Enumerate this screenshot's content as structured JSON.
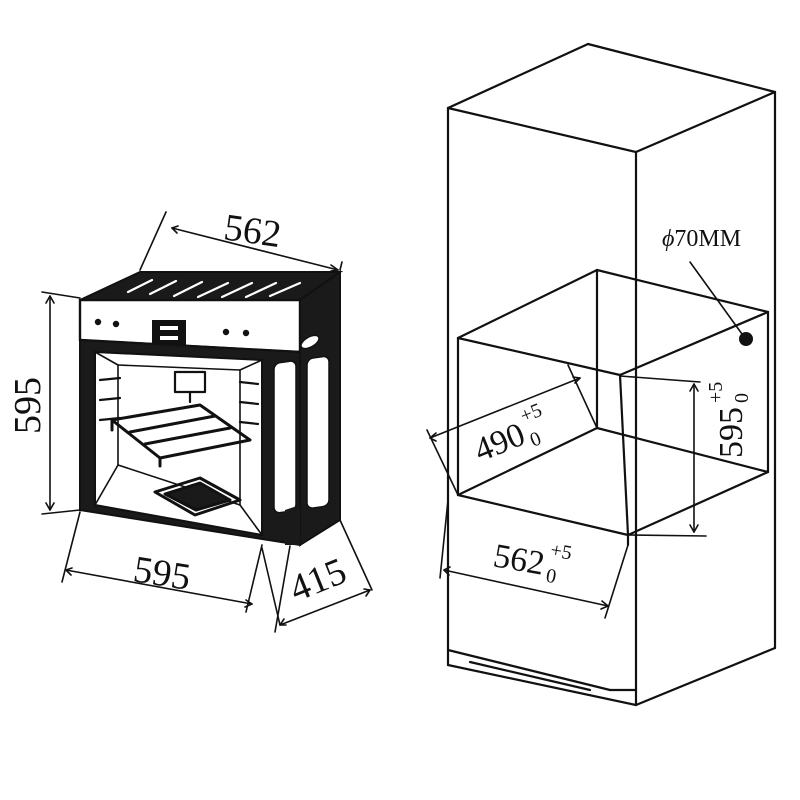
{
  "oven": {
    "width_top": "562",
    "height": "595",
    "width_front": "595",
    "depth": "415"
  },
  "cabinet": {
    "hole": {
      "symbol": "ϕ",
      "label": "70MM"
    },
    "depth": {
      "base": "490",
      "upper": "+5",
      "lower": "0"
    },
    "height": {
      "base": "595",
      "upper": "+5",
      "lower": "0"
    },
    "width": {
      "base": "562",
      "upper": "+5",
      "lower": "0"
    }
  },
  "colors": {
    "line": "#111111",
    "fill_dark": "#1a1a1a",
    "background": "#ffffff"
  }
}
